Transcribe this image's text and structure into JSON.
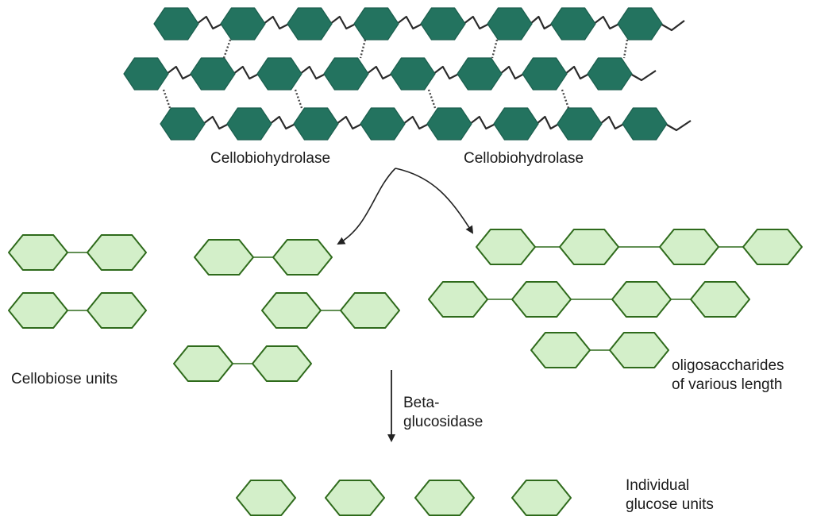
{
  "colors": {
    "cellulose_fill": "#23735f",
    "cellulose_stroke": "#1b5e4d",
    "unit_fill": "#d3efc9",
    "unit_stroke": "#2e6a1b",
    "bond": "#2a2a2a",
    "text": "#1a1a1a"
  },
  "labels": {
    "enzyme_left": "Cellobiohydrolase",
    "enzyme_right": "Cellobiohydrolase",
    "cellobiose": "Cellobiose units",
    "oligo_line1": "oligosaccharides",
    "oligo_line2": "of various length",
    "beta_line1": "Beta-",
    "beta_line2": "glucosidase",
    "glucose_line1": "Individual",
    "glucose_line2": "glucose units"
  },
  "icons": {
    "cellulose_unit": "dark-hexagon-icon",
    "glucose_unit": "light-hexagon-icon",
    "arrow": "curved-arrow-icon"
  }
}
